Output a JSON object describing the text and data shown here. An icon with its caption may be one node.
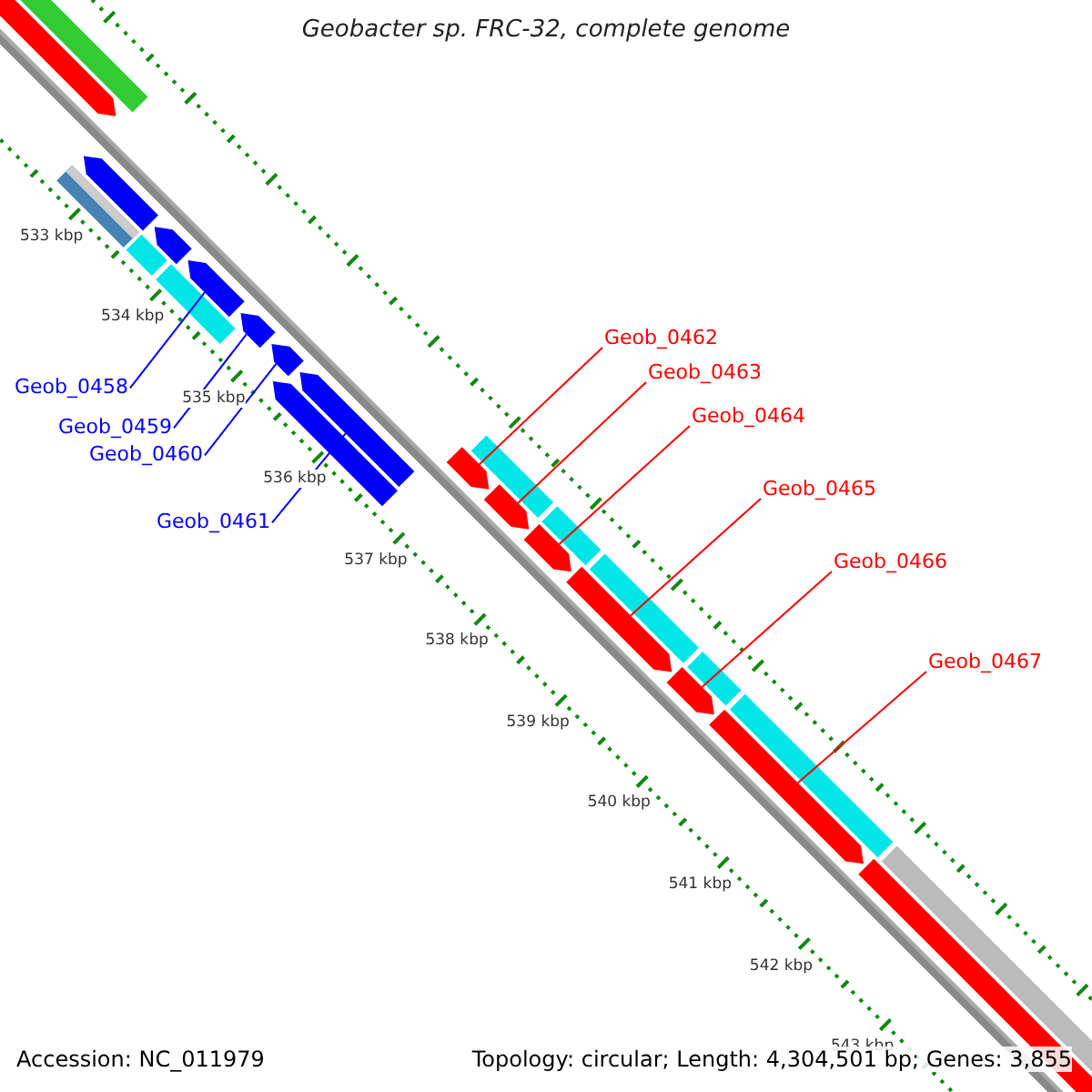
{
  "diagram": {
    "title": "Geobacter sp. FRC-32, complete genome",
    "nodes": [
      {
        "text": [
          "Geob_0458"
        ]
      },
      {
        "text": [
          "Geob_0459"
        ]
      },
      {
        "text": [
          "Geob_0460"
        ]
      },
      {
        "text": [
          "Geob_0461"
        ]
      },
      {
        "text": [
          "Geob_0462"
        ]
      },
      {
        "text": [
          "Geob_0463"
        ]
      },
      {
        "text": [
          "Geob_0464"
        ]
      },
      {
        "text": [
          "Geob_0465"
        ]
      },
      {
        "text": [
          "Geob_0466"
        ]
      },
      {
        "text": [
          "Geob_0467"
        ]
      },
      {
        "text": [],
        "shape": "bar"
      },
      {
        "text": [],
        "shape": "bar"
      },
      {
        "text": [],
        "shape": "bar"
      },
      {
        "text": [],
        "shape": "bar"
      },
      {
        "text": [],
        "shape": "bar"
      },
      {
        "text": [],
        "shape": "bar"
      },
      {
        "text": [],
        "shape": "bar"
      },
      {
        "text": [],
        "shape": "bar"
      },
      {
        "text": [],
        "shape": "bar"
      },
      {
        "text": [],
        "shape": "bar"
      },
      {
        "text": [],
        "shape": "bar"
      }
    ],
    "edges": [
      {
        "from": 0,
        "to": 10,
        "arrow": "none",
        "color": "#0000ff"
      },
      {
        "from": 1,
        "to": 11,
        "arrow": "none",
        "color": "#0000ff"
      },
      {
        "from": 2,
        "to": 12,
        "arrow": "none",
        "color": "#0000ff"
      },
      {
        "from": 3,
        "to": 13,
        "arrow": "none",
        "color": "#0000ff"
      },
      {
        "from": 4,
        "to": 14,
        "arrow": "none"
      },
      {
        "from": 5,
        "to": 15,
        "arrow": "none"
      },
      {
        "from": 6,
        "to": 16,
        "arrow": "none"
      },
      {
        "from": 7,
        "to": 17,
        "arrow": "none"
      },
      {
        "from": 8,
        "to": 18,
        "arrow": "none"
      },
      {
        "from": 9,
        "to": 19,
        "arrow": "none"
      }
    ],
    "labels": [
      "533 kbp",
      "534 kbp",
      "535 kbp",
      "536 kbp",
      "537 kbp",
      "538 kbp",
      "539 kbp",
      "540 kbp",
      "541 kbp",
      "542 kbp",
      "543 kbp",
      "Accession: NC_011979",
      "Topology: circular; Length: 4,304,501 bp; Genes: 3,855"
    ]
  }
}
